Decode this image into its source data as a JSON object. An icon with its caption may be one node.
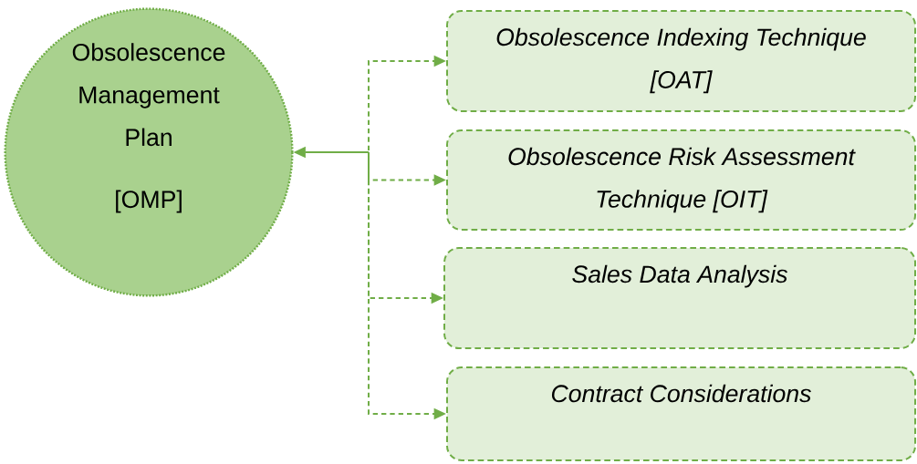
{
  "diagram": {
    "nodes": [
      {
        "text": [
          "Obsolescence Management Plan",
          "[OMP]"
        ]
      },
      {
        "text": [
          "Obsolescence Indexing Technique [OAT]"
        ]
      },
      {
        "text": [
          "Obsolescence Risk Assessment Technique [OIT]"
        ]
      },
      {
        "text": [
          "Sales Data Analysis"
        ]
      },
      {
        "text": [
          "Contract Considerations"
        ]
      }
    ],
    "edges": [
      {
        "from": 0,
        "to": 1,
        "arrow": "both",
        "style": "dashed"
      },
      {
        "from": 0,
        "to": 2,
        "arrow": "both",
        "style": "dashed"
      },
      {
        "from": 0,
        "to": 3,
        "arrow": "both",
        "style": "dashed"
      },
      {
        "from": 0,
        "to": 4,
        "arrow": "both",
        "style": "dashed"
      }
    ]
  }
}
